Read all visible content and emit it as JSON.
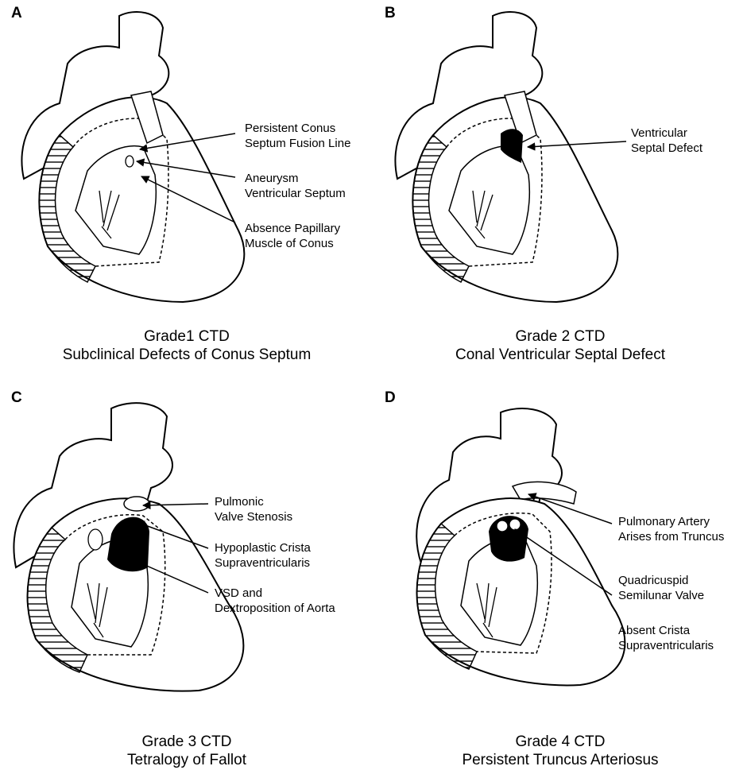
{
  "panels": [
    {
      "letter": "A",
      "labels": [
        {
          "line1": "Persistent Conus",
          "line2": "Septum Fusion Line"
        },
        {
          "line1": "Aneurysm",
          "line2": "Ventricular Septum"
        },
        {
          "line1": "Absence Papillary",
          "line2": "Muscle of Conus"
        }
      ],
      "caption": {
        "line1": "Grade1 CTD",
        "line2": "Subclinical Defects of Conus Septum"
      }
    },
    {
      "letter": "B",
      "labels": [
        {
          "line1": "Ventricular",
          "line2": "Septal Defect"
        }
      ],
      "caption": {
        "line1": "Grade 2 CTD",
        "line2": "Conal Ventricular Septal Defect"
      }
    },
    {
      "letter": "C",
      "labels": [
        {
          "line1": "Pulmonic",
          "line2": "Valve Stenosis"
        },
        {
          "line1": "Hypoplastic Crista",
          "line2": "Supraventricularis"
        },
        {
          "line1": "VSD and",
          "line2": "Dextroposition of Aorta"
        }
      ],
      "caption": {
        "line1": "Grade 3 CTD",
        "line2": "Tetralogy of Fallot"
      }
    },
    {
      "letter": "D",
      "labels": [
        {
          "line1": "Pulmonary Artery",
          "line2": "Arises from Truncus"
        },
        {
          "line1": "Quadricuspid",
          "line2": "Semilunar Valve"
        },
        {
          "line1": "Absent Crista",
          "line2": "Supraventricularis"
        }
      ],
      "caption": {
        "line1": "Grade 4 CTD",
        "line2": "Persistent Truncus Arteriosus"
      }
    }
  ]
}
